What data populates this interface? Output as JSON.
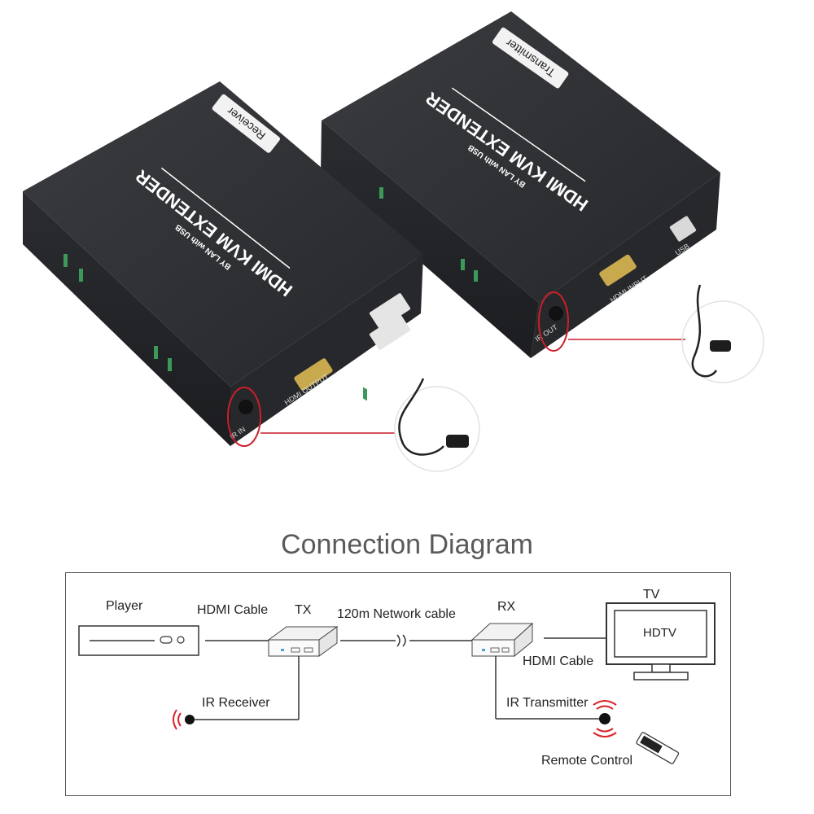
{
  "transmitter": {
    "tag": "Transmitter",
    "brand": "HDMI KVM EXTENDER",
    "subtitle": "BY LAN with USB",
    "port_hdmi": "HDMI INPUT",
    "port_usb": "USB",
    "port_ir": "IR OUT"
  },
  "receiver": {
    "tag": "Receiver",
    "brand": "HDMI KVM EXTENDER",
    "subtitle": "BY LAN with USB",
    "port_hdmi": "HDMI OUTPUT",
    "port_ir": "IR IN"
  },
  "diagram": {
    "title": "Connection Diagram",
    "labels": {
      "player": "Player",
      "hdmi_cable_1": "HDMI Cable",
      "tx": "TX",
      "network": "120m Network cable",
      "rx": "RX",
      "tv": "TV",
      "hdtv": "HDTV",
      "hdmi_cable_2": "HDMI Cable",
      "ir_receiver": "IR Receiver",
      "ir_transmitter": "IR Transmitter",
      "remote": "Remote Control"
    }
  },
  "colors": {
    "device_body": "#2f3135",
    "highlight_circle": "#cc1f2a",
    "ir_red": "#d8232a",
    "line": "#333333"
  }
}
